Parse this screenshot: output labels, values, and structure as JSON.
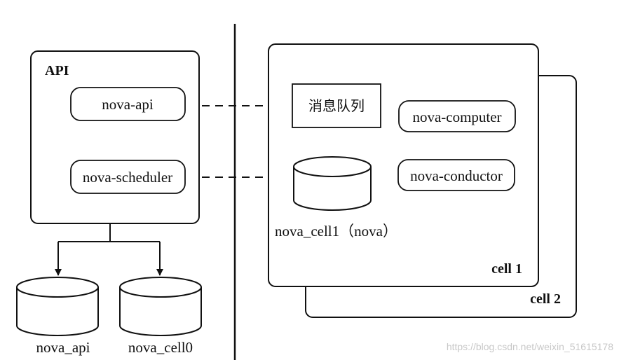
{
  "api_box": {
    "title": "API",
    "items": [
      "nova-api",
      "nova-scheduler"
    ]
  },
  "databases_left": [
    "nova_api",
    "nova_cell0"
  ],
  "cell1": {
    "title": "cell 1",
    "queue_label": "消息队列",
    "db_label": "nova_cell1（nova）",
    "services": [
      "nova-computer",
      "nova-conductor"
    ]
  },
  "cell2": {
    "title": "cell 2"
  },
  "watermark": "https://blog.csdn.net/weixin_51615178"
}
